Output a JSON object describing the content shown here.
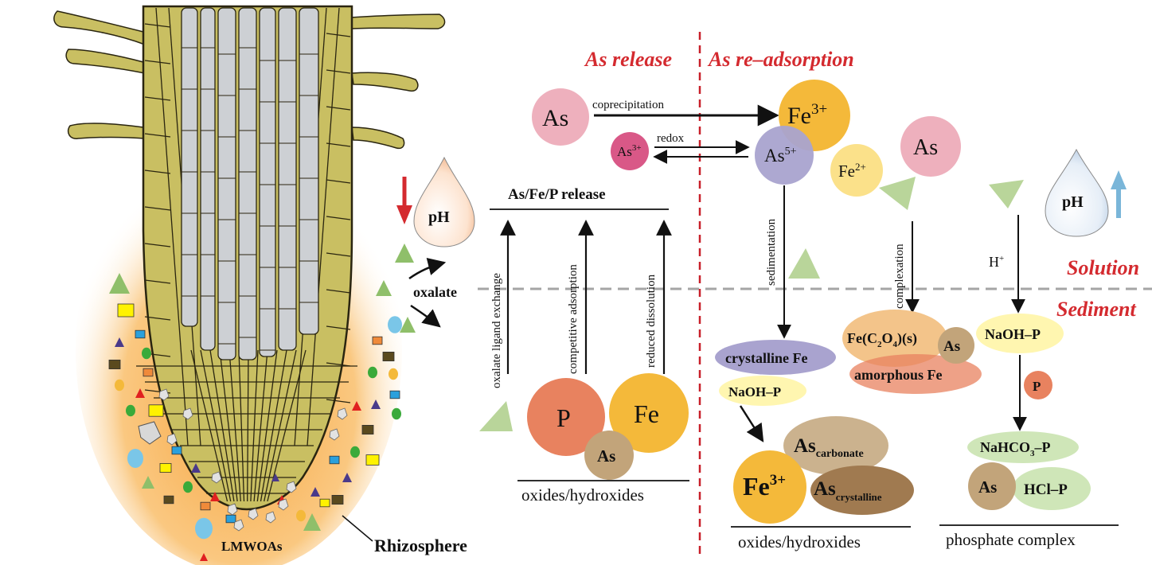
{
  "headers": {
    "release": "As release",
    "readsorption": "As re–adsorption"
  },
  "zones": {
    "solution": "Solution",
    "sediment": "Sediment"
  },
  "root": {
    "rhizosphere": "Rhizosphere",
    "lmwoas": "LMWOAs",
    "oxalate": "oxalate",
    "ph_left": "pH"
  },
  "release_panel": {
    "title": "As/Fe/P release",
    "mechanisms": [
      "oxalate ligand exchange",
      "competitive adsorption",
      "reduced dissolution"
    ],
    "particles": {
      "p": "P",
      "fe": "Fe",
      "as": "As"
    },
    "base": "oxides/hydroxides"
  },
  "reactions": {
    "as": "As",
    "coprecipitation": "coprecipitation",
    "redox": "redox",
    "as3_base": "As",
    "as3_sup": "3+",
    "fe3_base": "Fe",
    "fe3_sup": "3+",
    "as5_base": "As",
    "as5_sup": "5+",
    "fe2_base": "Fe",
    "fe2_sup": "2+",
    "as_right": "As"
  },
  "sedimentation": {
    "label": "sedimentation",
    "crystalline_fe": "crystalline Fe",
    "naoh_p": "NaOH–P",
    "as_carbonate_base": "As",
    "as_carbonate_sub": "carbonate",
    "fe3_base": "Fe",
    "fe3_sup": "3+",
    "as_crystalline_base": "As",
    "as_crystalline_sub": "crystalline",
    "base": "oxides/hydroxides"
  },
  "complexation": {
    "label": "complexation",
    "fe_oxalate_a": "Fe(C",
    "fe_oxalate_sub1": "2",
    "fe_oxalate_b": "O",
    "fe_oxalate_sub2": "4",
    "fe_oxalate_c": ")(s)",
    "as": "As",
    "amorphous_fe": "amorphous Fe"
  },
  "phosphate": {
    "h_base": "H",
    "h_sup": "+",
    "ph_right": "pH",
    "naoh_p": "NaOH–P",
    "p": "P",
    "nahco3_a": "NaHCO",
    "nahco3_sub": "3",
    "nahco3_b": "–P",
    "as": "As",
    "hcl_p": "HCl–P",
    "base": "phosphate complex"
  },
  "colors": {
    "root_fill": "#c9bf62",
    "root_stroke": "#2a2510",
    "cell_gray": "#cdd0d4",
    "rhizo_orange": "#f6a43a",
    "dash_red": "#c8202a",
    "dash_gray": "#a5a5a5",
    "pink": "#eeb0bd",
    "magenta": "#d95887",
    "yellow": "#f4b93a",
    "lavender": "#a9a3cf",
    "light_yellow": "#fbe18a",
    "tan": "#c2a47a",
    "salmon": "#e8825f",
    "dark_tan": "#a07a50",
    "green_tri": "#b9d59a",
    "light_green": "#cfe6b8",
    "ph_blue_arrow": "#7ab6d9",
    "ph_red_arrow": "#d42a2f"
  }
}
